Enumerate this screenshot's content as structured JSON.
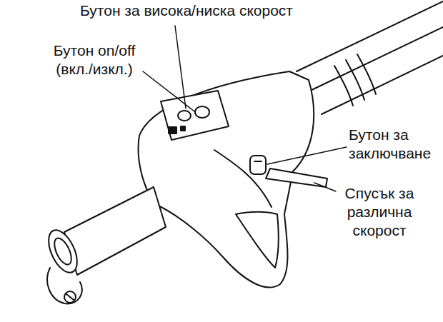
{
  "diagram": {
    "labels": [
      "Бутон за висока/ниска скорост",
      "Бутон on/off (вкл./изкл.)",
      "Бутон за заключване",
      "Спусък за различна скорост"
    ]
  }
}
